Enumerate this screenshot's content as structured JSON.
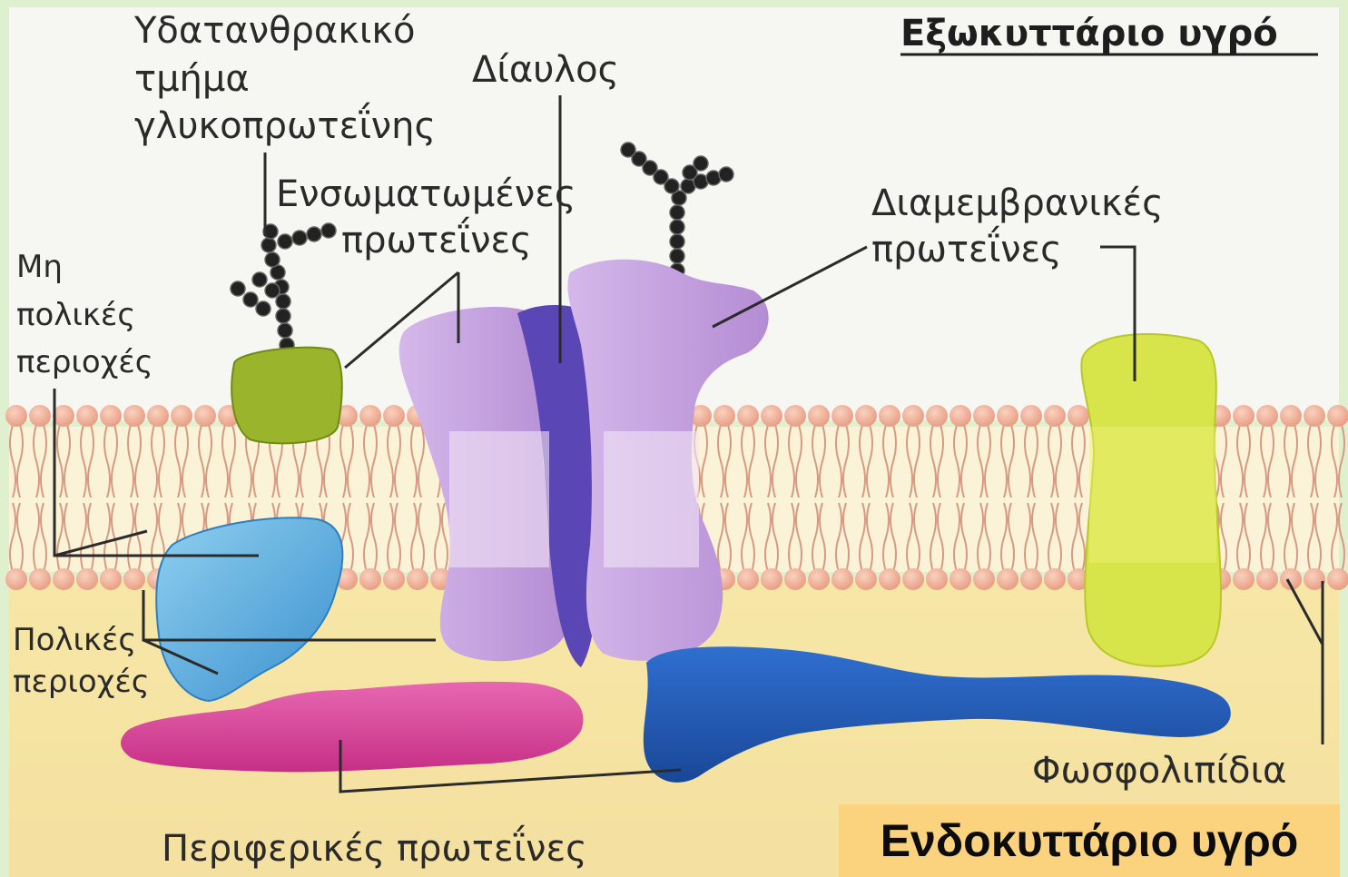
{
  "labels": {
    "extracellular_fluid": "Εξωκυττάριο υγρό",
    "intracellular_fluid": "Ενδοκυττάριο υγρό",
    "carbohydrate_line1": "Υδατανθρακικό",
    "carbohydrate_line2": "τμήμα",
    "carbohydrate_line3": "γλυκοπρωτεΐνης",
    "channel": "Δίαυλος",
    "integral_line1": "Ενσωματωμένες",
    "integral_line2": "πρωτεΐνες",
    "transmembrane_line1": "Διαμεμβρανικές",
    "transmembrane_line2": "πρωτεΐνες",
    "nonpolar_line1": "Μη",
    "nonpolar_line2": "πολικές",
    "nonpolar_line3": "περιοχές",
    "polar_line1": "Πολικές",
    "polar_line2": "περιοχές",
    "phospholipids": "Φωσφολιπίδια",
    "peripheral": "Περιφερικές πρωτεΐνες"
  },
  "colors": {
    "extracellular": "#f6f6f2",
    "intracellular": "#f6e6a8",
    "phospholipid_head": "#f0b39a",
    "green_protein": "#9ab52c",
    "lime_protein": "#d6e64a",
    "light_blue_protein": "#5aaedc",
    "purple_protein": "#c7a6e0",
    "channel": "#5c45b8",
    "pink_protein": "#d8449a",
    "dark_blue_protein": "#1f55b0"
  }
}
